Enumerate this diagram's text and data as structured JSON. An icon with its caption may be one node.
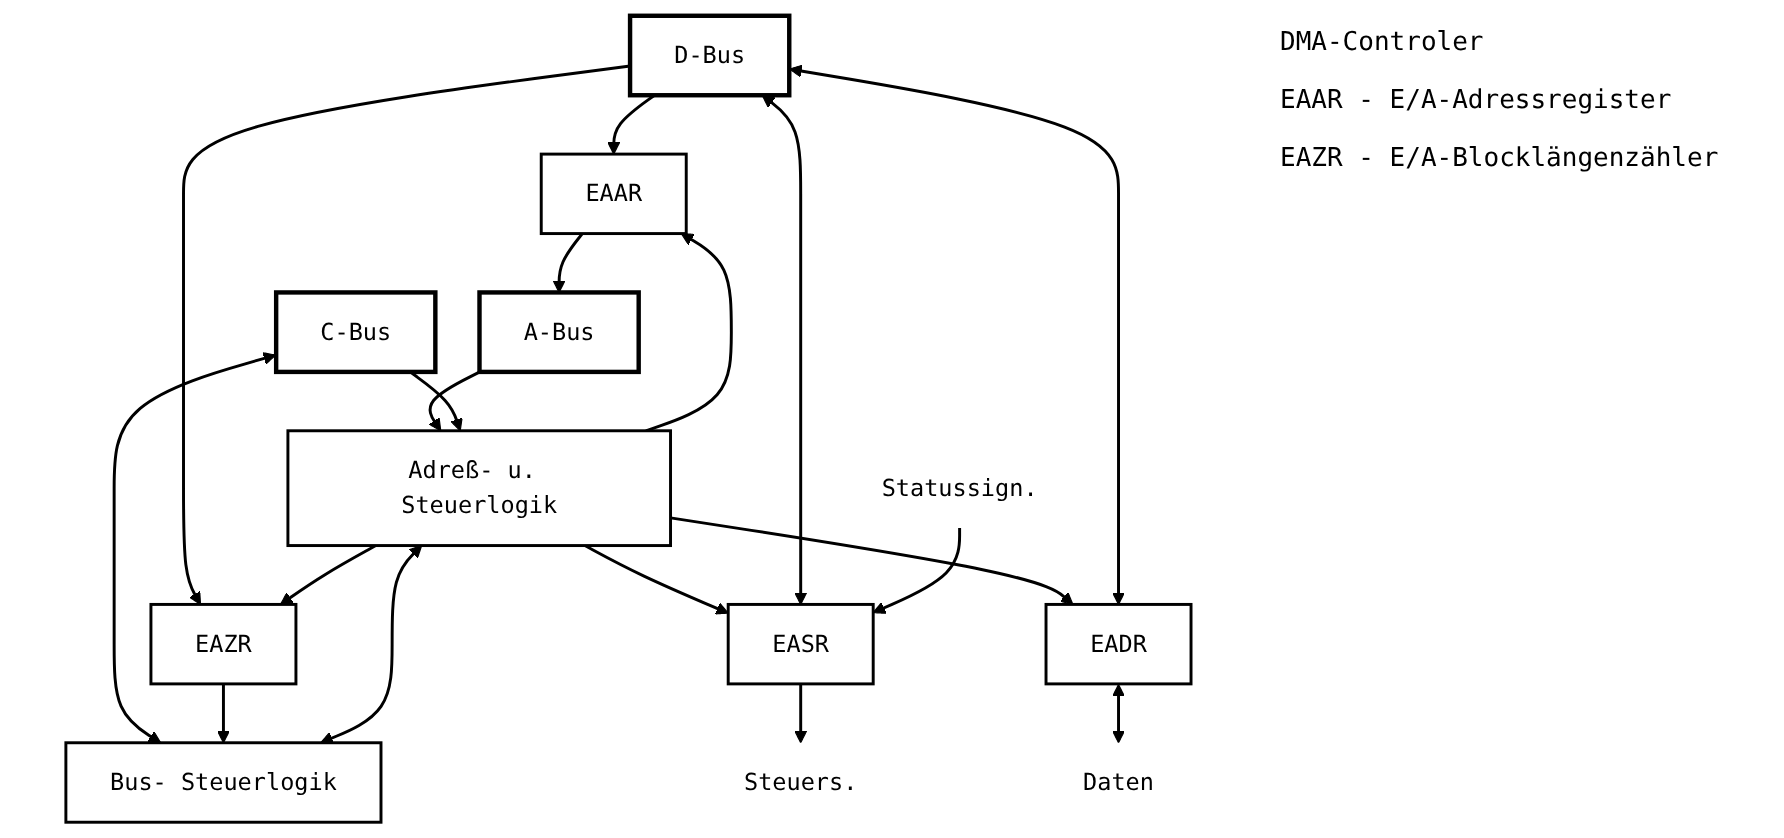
{
  "diagram": {
    "nodes": [
      {
        "text": [
          "C-Bus"
        ]
      },
      {
        "text": [
          "A-Bus"
        ]
      },
      {
        "text": [
          "D-Bus"
        ]
      },
      {
        "text": [
          "Bus- Steuerlogik"
        ]
      },
      {
        "text": [
          "Adreß- u. Steuerlogik"
        ]
      },
      {
        "text": [
          "EAAR"
        ]
      },
      {
        "text": [
          "EAZR"
        ]
      },
      {
        "text": [
          "EASR"
        ]
      },
      {
        "text": [
          "EADR"
        ]
      },
      {
        "text": [
          "Steuers."
        ]
      },
      {
        "text": [
          "Statussign."
        ]
      },
      {
        "text": [
          "Daten"
        ]
      }
    ],
    "edges": [
      {
        "from": 2,
        "to": 5,
        "arrow": "to"
      },
      {
        "from": 5,
        "to": 1,
        "arrow": "to"
      },
      {
        "from": 0,
        "to": 3,
        "arrow": "both"
      },
      {
        "from": 2,
        "to": 6,
        "arrow": "to"
      },
      {
        "from": 1,
        "to": 4,
        "arrow": "to"
      },
      {
        "from": 0,
        "to": 4,
        "arrow": "to"
      },
      {
        "from": 3,
        "to": 4,
        "arrow": "both"
      },
      {
        "from": 6,
        "to": 3,
        "arrow": "to"
      },
      {
        "from": 4,
        "to": 6,
        "arrow": "to"
      },
      {
        "from": 4,
        "to": 5,
        "arrow": "to"
      },
      {
        "from": 4,
        "to": 7,
        "arrow": "to"
      },
      {
        "from": 4,
        "to": 8,
        "arrow": "to"
      },
      {
        "from": 2,
        "to": 7,
        "arrow": "both"
      },
      {
        "from": 2,
        "to": 8,
        "arrow": "both"
      },
      {
        "from": 7,
        "to": 9,
        "arrow": "to"
      },
      {
        "from": 10,
        "to": 7,
        "arrow": "to"
      },
      {
        "from": 8,
        "to": 11,
        "arrow": "both"
      }
    ],
    "labels": [
      "DMA-Controler",
      "EAAR - E/A-Adressregister",
      "EAZR - E/A-Blocklängenzähler"
    ]
  }
}
